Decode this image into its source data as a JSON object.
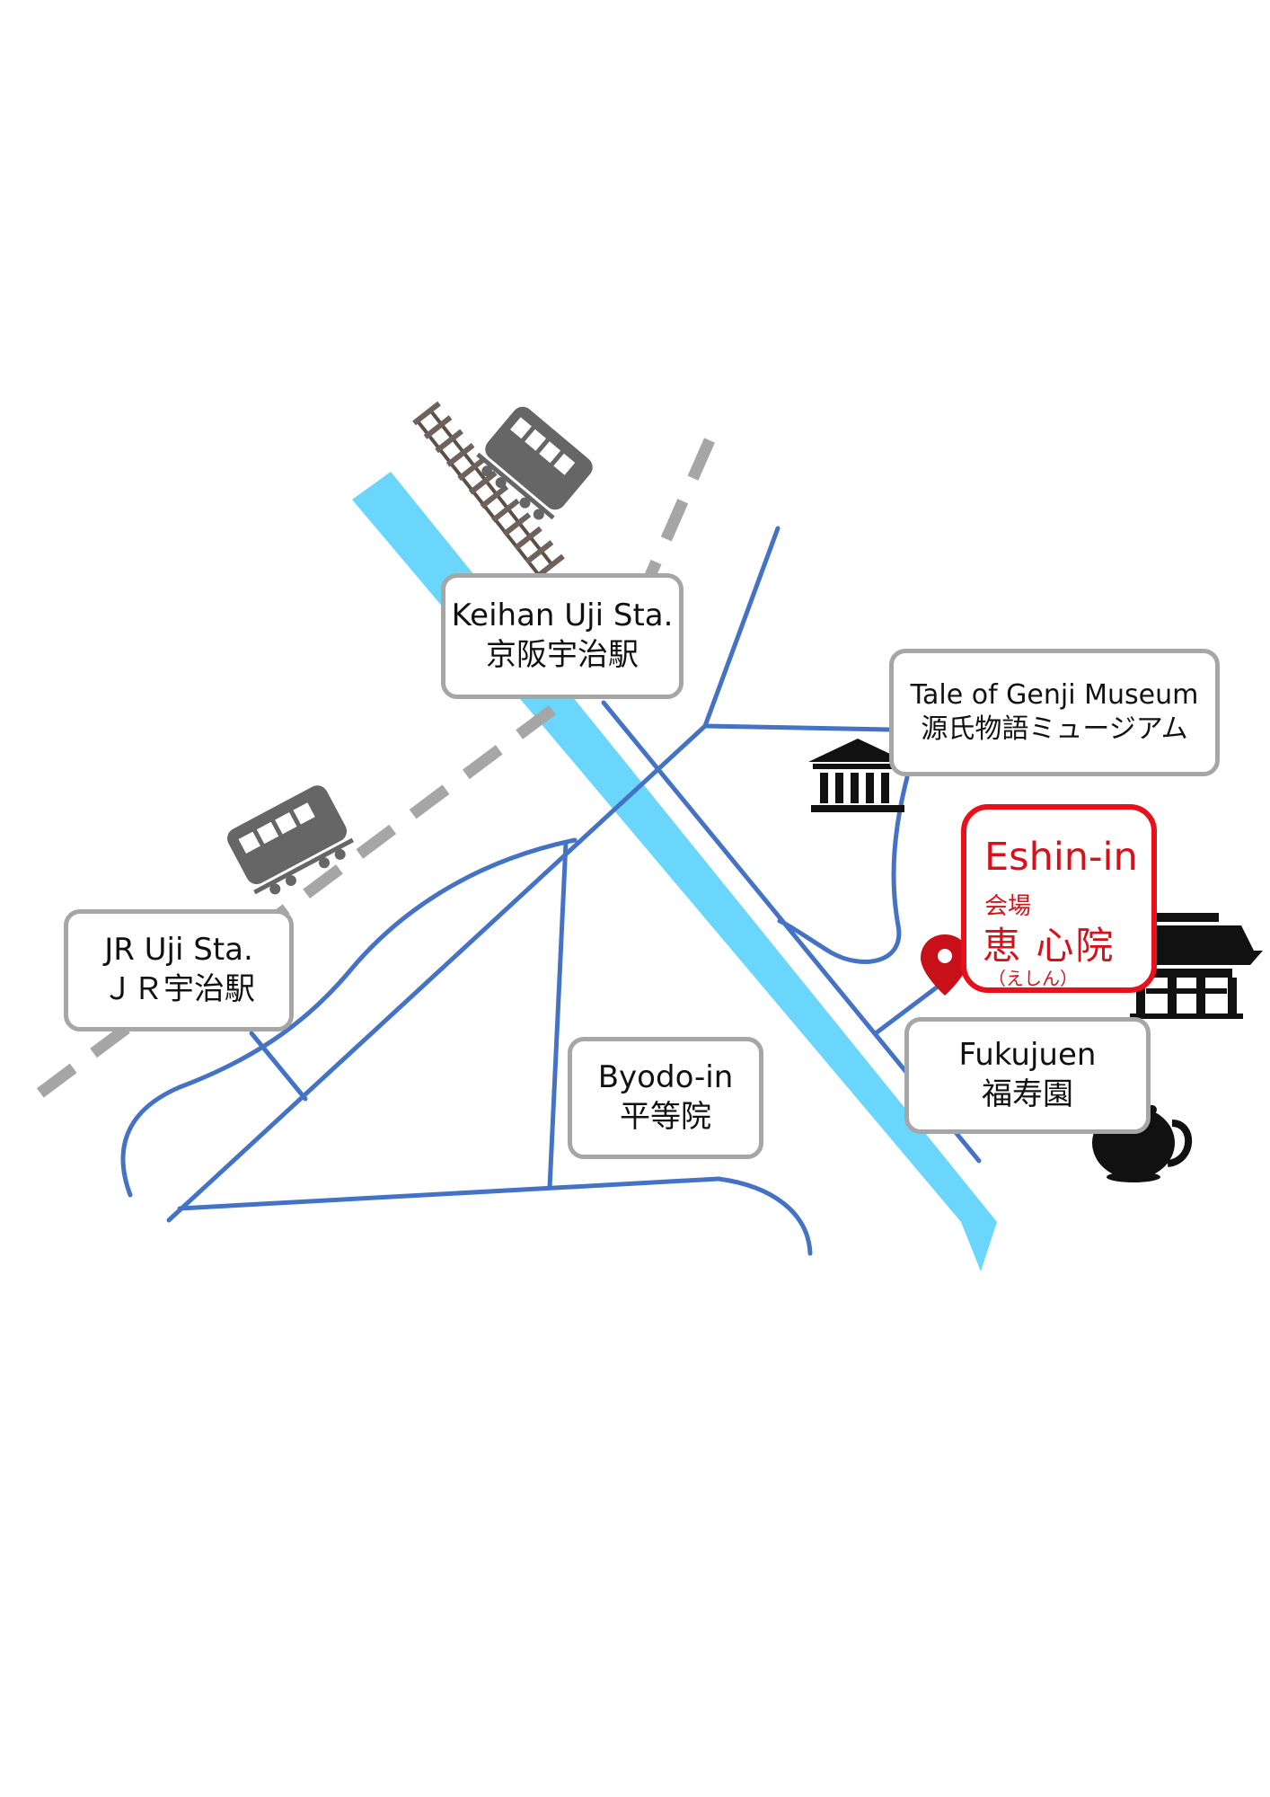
{
  "map": {
    "stations": {
      "keihan": {
        "en": "Keihan Uji Sta.",
        "ja": "京阪宇治駅"
      },
      "jr": {
        "en": "JR Uji Sta.",
        "ja": "ＪＲ宇治駅"
      }
    },
    "landmarks": {
      "genji_museum": {
        "en": "Tale of Genji Museum",
        "ja": "源氏物語ミュージアム"
      },
      "byodo_in": {
        "en": "Byodo-in",
        "ja": "平等院"
      },
      "fukujuen": {
        "en": "Fukujuen",
        "ja": "福寿園"
      }
    },
    "venue": {
      "en": "Eshin-in",
      "label": "会場",
      "ja": "恵 心院",
      "reading": "（えしん）",
      "accent_color": "#e8101a"
    },
    "colors": {
      "river": "#6ad6fb",
      "road": "#4472c4",
      "rail": "#a6a6a6",
      "icon": "#666666",
      "box_border": "#a6a6a6"
    },
    "icons": [
      "train-icon",
      "railway-track-icon",
      "museum-icon",
      "temple-icon",
      "teapot-icon",
      "map-pin-icon"
    ]
  }
}
